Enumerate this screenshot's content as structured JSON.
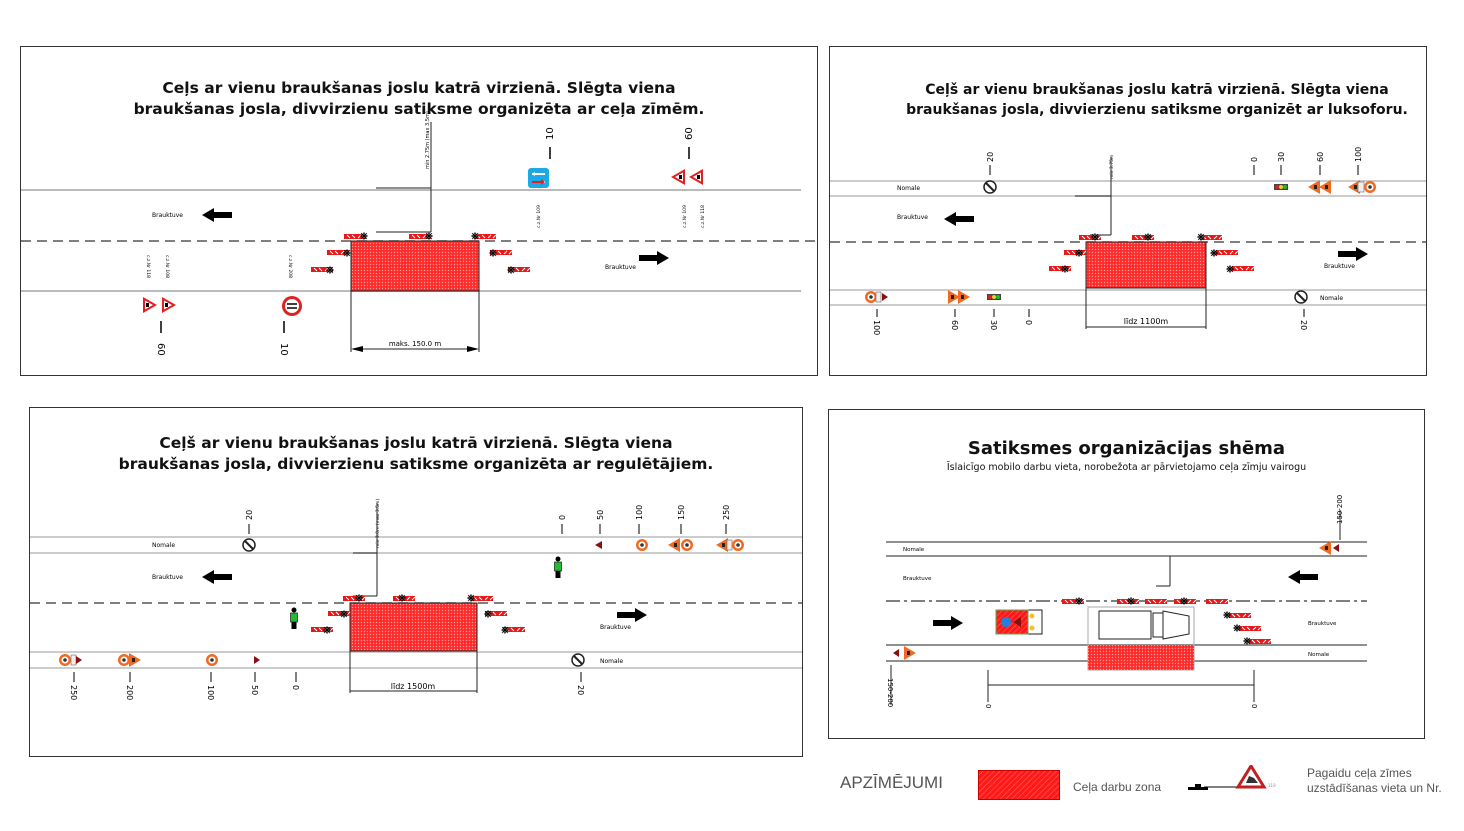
{
  "colors": {
    "work_zone": "#ff1a1a",
    "sign_red": "#e32020",
    "sign_orange": "#f06a22",
    "road_line": "#bbbbbb",
    "blue_sign": "#1fa8e6",
    "person_green": "#22bb33"
  },
  "panels": [
    {
      "id": "signs",
      "title_line1": "Ceļs ar vienu braukšanas joslu katrā virzienā. Slēgta viena",
      "title_line2": "braukšanas josla, divvirzienu satiksme organizēta ar ceļa zīmēm.",
      "lane_label_top": "Brauktuve",
      "lane_label_bottom": "Brauktuve",
      "clearance_label": "min 2.75m (max 3.5m)",
      "length_label": "maks. 150.0 m",
      "top_distances": [
        "10",
        "60"
      ],
      "bottom_distances": [
        "60",
        "10"
      ],
      "top_sign_codes": [
        "c.z.Nr 109",
        "c.z.Nr 109",
        "c.z.Nr 118"
      ],
      "bottom_sign_codes": [
        "c.z.Nr 118",
        "c.z.Nr 108",
        "c.z.Nr 208"
      ]
    },
    {
      "id": "traffic-light",
      "title_line1": "Ceļš ar vienu braukšanas joslu katrā virzienā. Slēgta viena",
      "title_line2": "braukšanas josla, divvierzienu satiksme organizēt ar luksoforu.",
      "shoulder_label_top": "Nomale",
      "lane_label_top": "Brauktuve",
      "lane_label_bottom": "Brauktuve",
      "shoulder_label_bottom": "Nomale",
      "clearance_label": "min 3.75m",
      "length_label": "līdz 1100m",
      "top_distances": [
        "20",
        "0",
        "30",
        "60",
        "100"
      ],
      "bottom_distances": [
        "100",
        "60",
        "30",
        "0",
        "20"
      ]
    },
    {
      "id": "regulators",
      "title_line1": "Ceļš ar vienu braukšanas joslu katrā virzienā. Slēgta viena",
      "title_line2": "braukšanas josla, divvierzienu satiksme organizēta ar regulētājiem.",
      "shoulder_label_top": "Nomale",
      "lane_label_top": "Brauktuve",
      "lane_label_bottom": "Brauktuve",
      "shoulder_label_bottom": "Nomale",
      "clearance_label": "min 3.0m (max 3.5m)",
      "length_label": "līdz 1500m",
      "top_distances": [
        "20",
        "0",
        "50",
        "100",
        "150",
        "250"
      ],
      "bottom_distances": [
        "250",
        "200",
        "100",
        "50",
        "0",
        "20"
      ]
    },
    {
      "id": "mobile",
      "title": "Satiksmes organizācijas shēma",
      "subtitle": "Īslaicīgo mobilo darbu vieta, norobežota ar pārvietojamo ceļa zīmju vairogu",
      "shoulder_label_top": "Nomale",
      "lane_label_top": "Brauktuve",
      "lane_label_bottom": "Brauktuve",
      "shoulder_label_bottom": "Nomale",
      "top_distance": "150-200",
      "bottom_distance": "150-200",
      "zero_left": "0",
      "zero_right": "0"
    }
  ],
  "legend": {
    "heading": "APZĪMĒJUMI",
    "work_zone_label": "Ceļa darbu zona",
    "sign_place_line1": "Pagaidu ceļa zīmes",
    "sign_place_line2": "uzstādīšanas vieta un Nr.",
    "sign_number": "118"
  }
}
